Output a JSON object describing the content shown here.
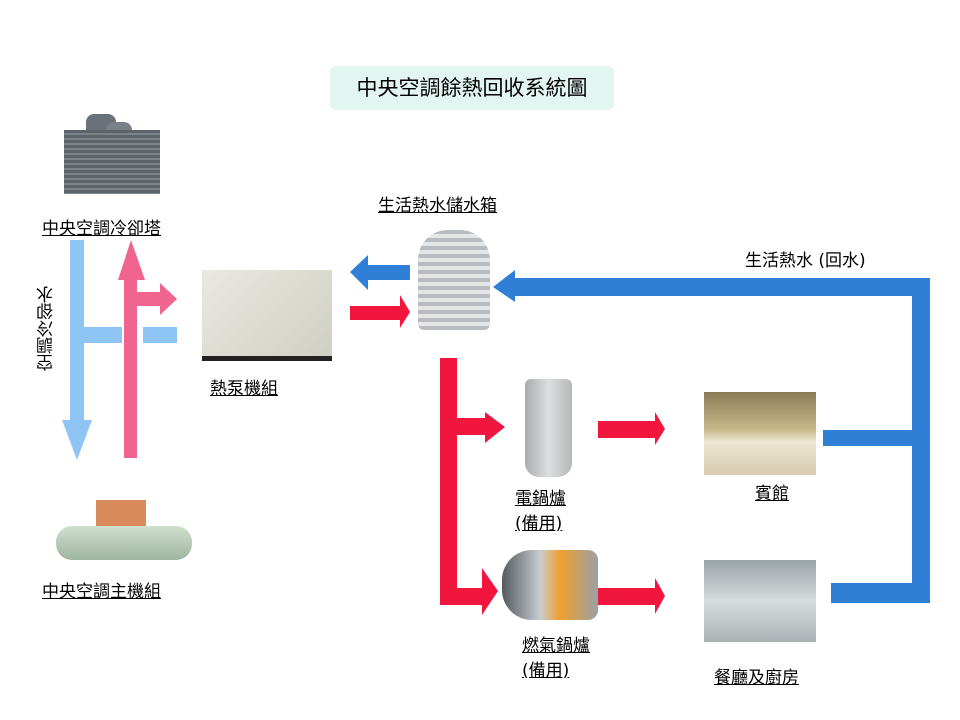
{
  "title": "中央空調餘熱回收系統圖",
  "labels": {
    "cooling_tower": "中央空調冷卻塔",
    "cooling_water": "空調冷卻水",
    "heat_pump": "熱泵機組",
    "hot_water_tank": "生活熱水儲水箱",
    "return_water": "生活熱水 (回水)",
    "electric_boiler": "電鍋爐",
    "electric_boiler_note": "(備用)",
    "gas_boiler": "燃氣鍋爐",
    "gas_boiler_note": "(備用)",
    "hotel": "賓館",
    "restaurant_kitchen": "餐廳及廚房",
    "chiller": "中央空調主機組"
  },
  "colors": {
    "cooling_water_supply": "#8ec5f5",
    "cooling_water_return": "#f0658f",
    "hot_water": "#f0163e",
    "return_water": "#2f7fd6",
    "title_bg": "#e2f5f1"
  }
}
